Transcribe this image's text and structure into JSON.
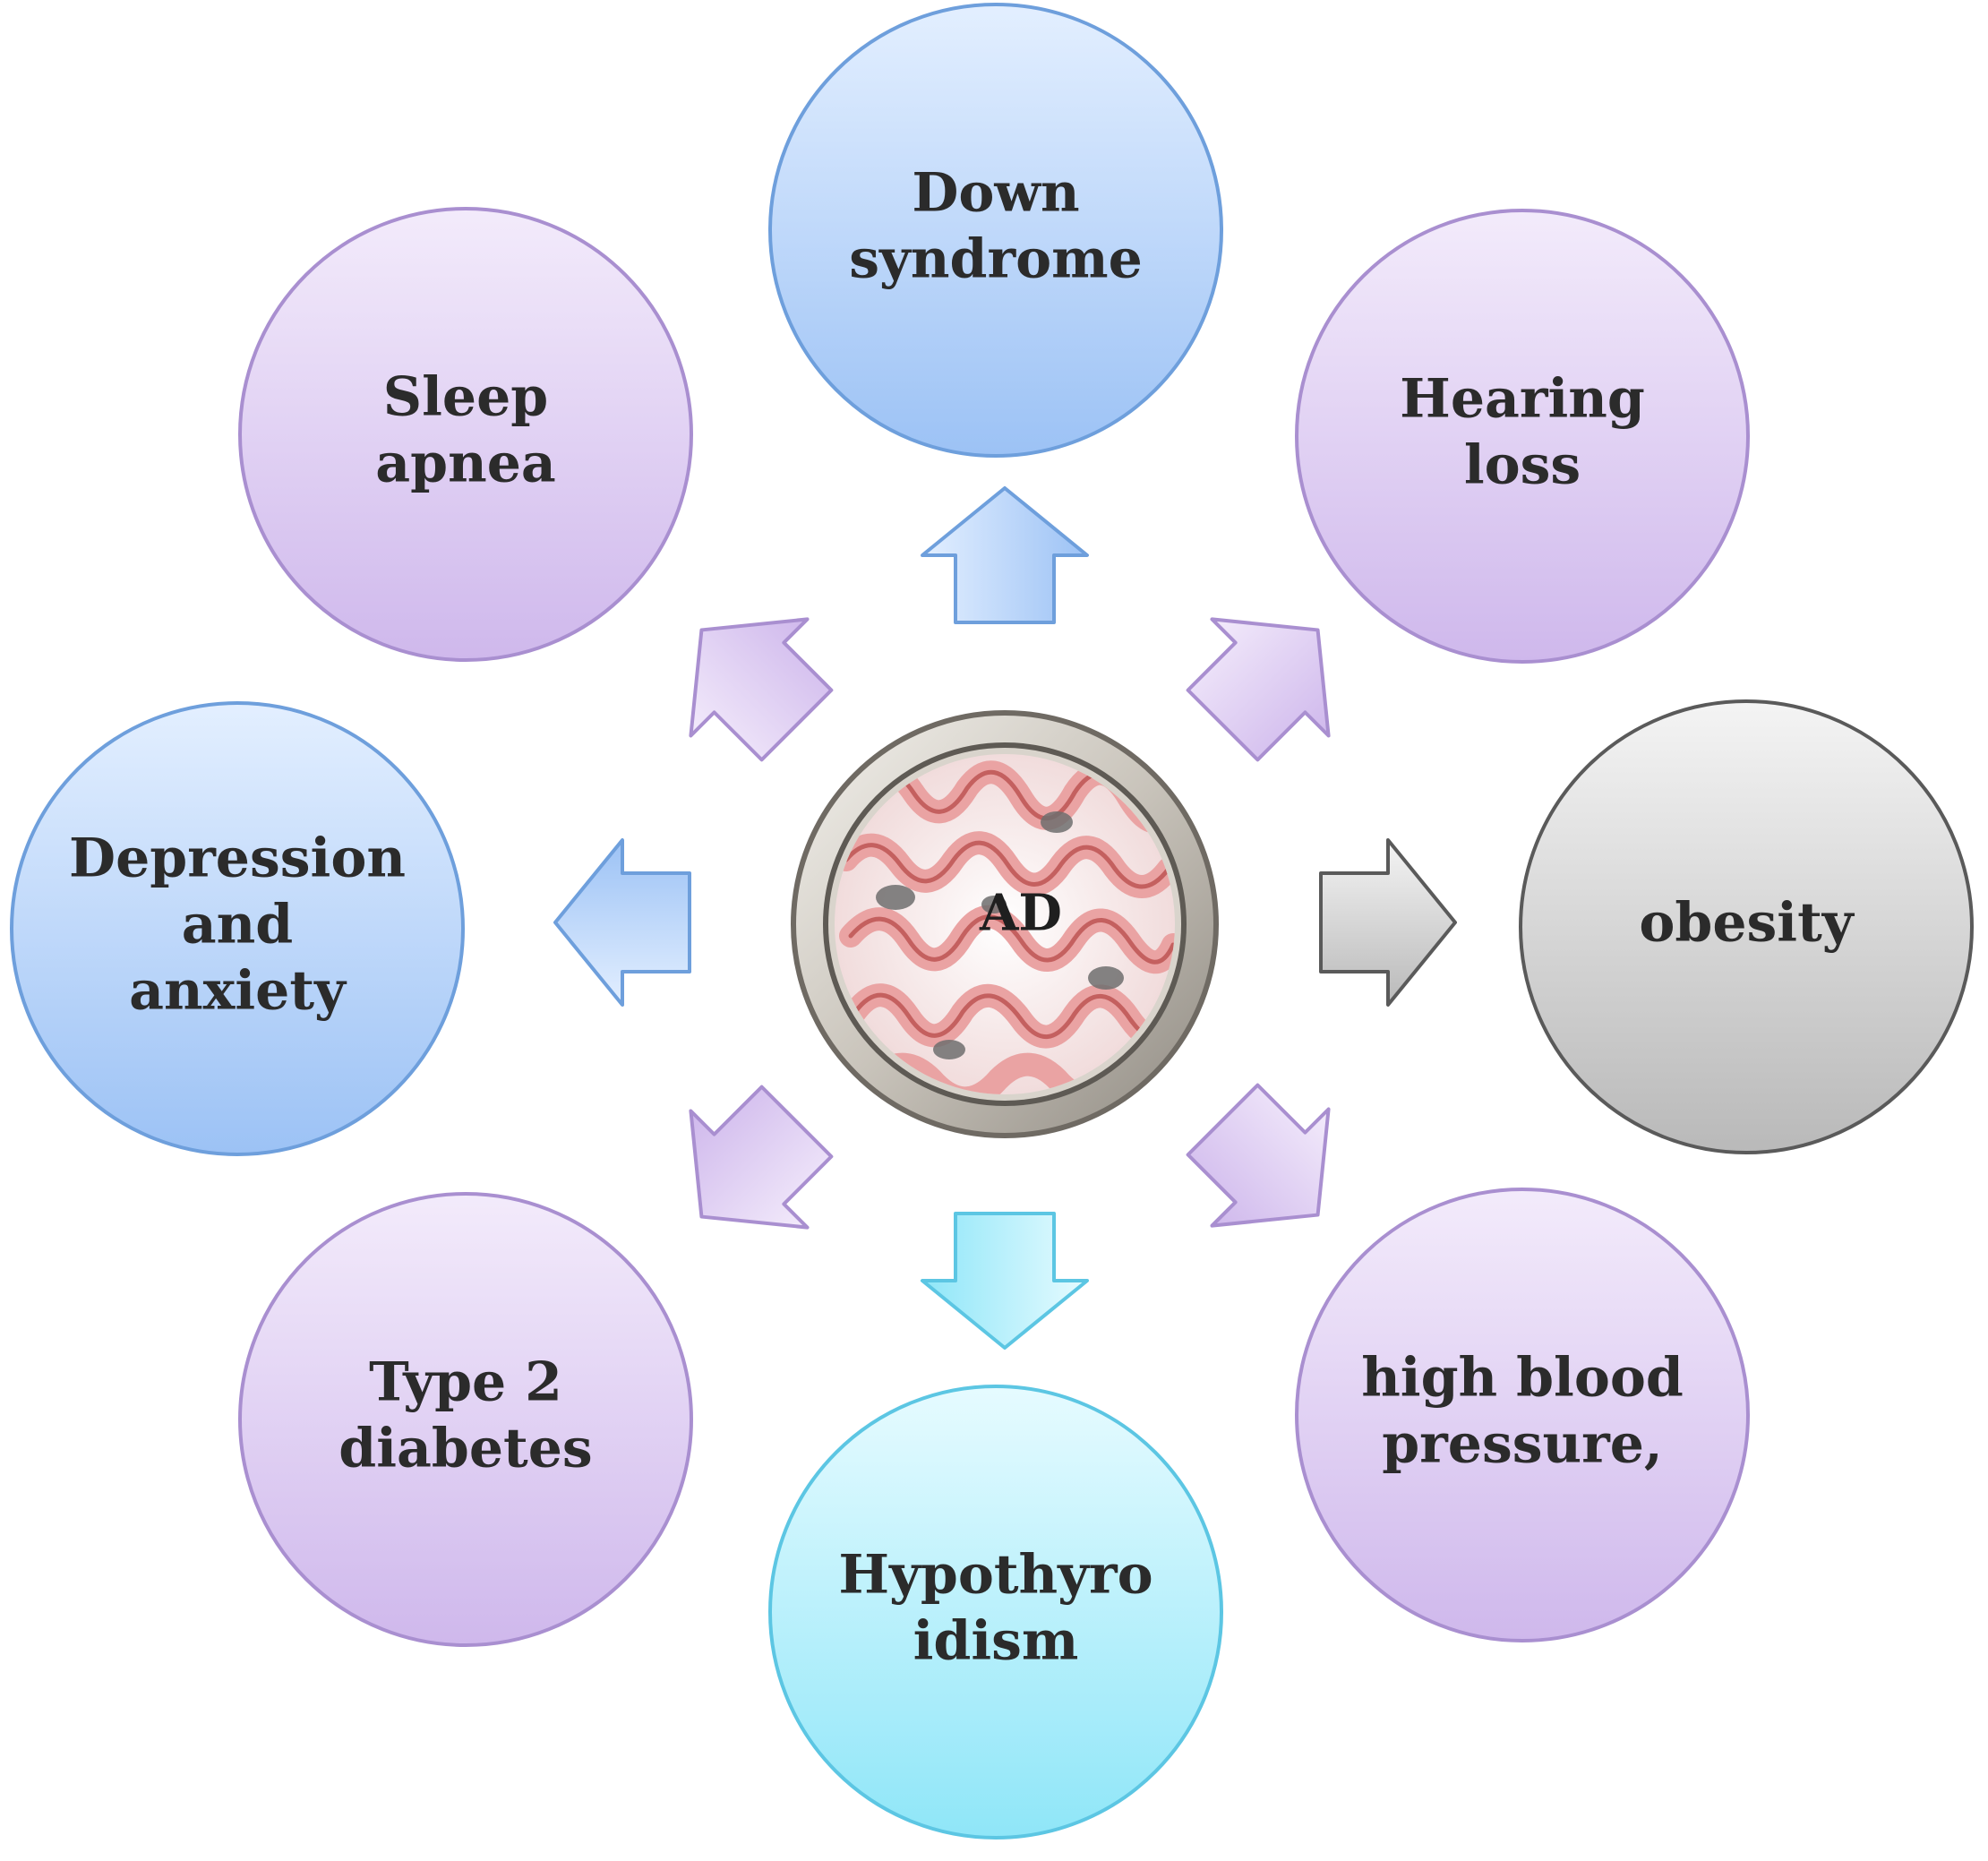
{
  "diagram": {
    "hub": {
      "label": "AD"
    },
    "nodes": [
      {
        "id": "down-syndrome",
        "lines": [
          "Down",
          "syndrome"
        ],
        "color": "blue"
      },
      {
        "id": "hearing-loss",
        "lines": [
          "Hearing",
          "loss"
        ],
        "color": "purple"
      },
      {
        "id": "obesity",
        "lines": [
          "obesity"
        ],
        "color": "gray"
      },
      {
        "id": "high-blood-pressure",
        "lines": [
          "high blood",
          "pressure,"
        ],
        "color": "purple"
      },
      {
        "id": "hypothyroidism",
        "lines": [
          "Hypothyro",
          "idism"
        ],
        "color": "cyan"
      },
      {
        "id": "type-2-diabetes",
        "lines": [
          "Type 2",
          "diabetes"
        ],
        "color": "purple"
      },
      {
        "id": "depression-and-anxiety",
        "lines": [
          "Depression",
          "and",
          "anxiety"
        ],
        "color": "blue"
      },
      {
        "id": "sleep-apnea",
        "lines": [
          "Sleep",
          "apnea"
        ],
        "color": "purple"
      }
    ],
    "palette": {
      "blue": {
        "light": "#e3efff",
        "dark": "#9cc2f5",
        "stroke": "#6e9fdc"
      },
      "purple": {
        "light": "#f3ebfb",
        "dark": "#cfb8ec",
        "stroke": "#a98fd0"
      },
      "gray": {
        "light": "#f4f4f4",
        "dark": "#b9b9b9",
        "stroke": "#5a5a5a"
      },
      "cyan": {
        "light": "#e6fbff",
        "dark": "#8fe6f8",
        "stroke": "#5cc6e3"
      }
    }
  }
}
